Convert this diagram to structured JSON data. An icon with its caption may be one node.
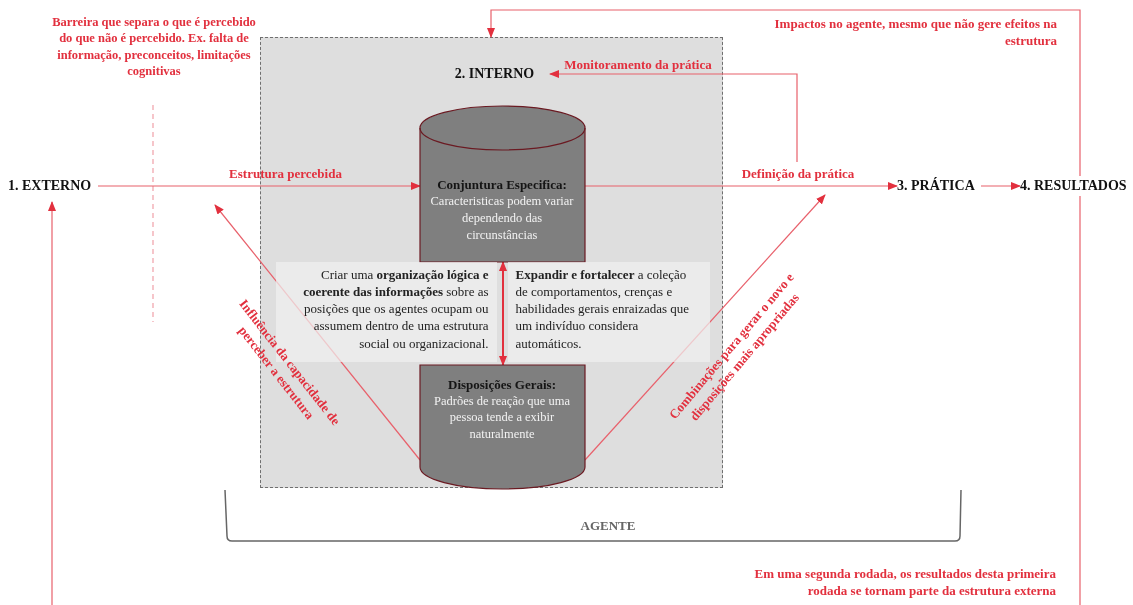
{
  "diagram": {
    "nodes": [
      {
        "text": [],
        "shape": "box"
      },
      {
        "text": [
          "2. INTERNO"
        ],
        "in": 0
      },
      {
        "text": [
          "Conjuntura Especifica:",
          "Caracteristicas podem variar dependendo das circunstâncias"
        ],
        "in": 0
      },
      {
        "text": [
          "Disposições Gerais:",
          "Padrões de reação que uma pessoa tende a exibir naturalmente"
        ],
        "in": 0
      },
      {
        "text": [
          "Criar uma **organização lógica e coerente das informações** sobre as posições que os agentes ocupam ou assumem dentro de uma estrutura social ou organizacional."
        ],
        "in": 0
      },
      {
        "text": [
          "**Expandir e fortalecer** a coleção de comportamentos, crenças e habilidades gerais enraizadas que um indivíduo considera automáticos."
        ],
        "in": 0
      },
      {
        "text": [
          "1. EXTERNO"
        ]
      },
      {
        "text": [
          "3. PRÁTICA"
        ]
      },
      {
        "text": [
          "4. RESULTADOS"
        ]
      }
    ],
    "edges": [
      {
        "from": 6,
        "to": 2,
        "arrow": "to",
        "label": "Estrutura percebida"
      },
      {
        "from": 2,
        "to": 7,
        "arrow": "to",
        "label": "Definição da prática"
      },
      {
        "from": 7,
        "to": 8,
        "arrow": "to"
      },
      {
        "from": 2,
        "to": 3,
        "arrow": "both"
      },
      {
        "from": null,
        "to": 1,
        "arrow": "to",
        "label": "Monitoramento da prática"
      },
      {
        "from": 8,
        "to": 0,
        "arrow": "to",
        "label": "Impactos no agente, mesmo que não gere efeitos na estrutura"
      },
      {
        "from": 8,
        "to": null,
        "arrow": "none",
        "label": "Em uma segunda rodada, os resultados desta primeira rodada se tornam parte da estrutura externa"
      },
      {
        "from": null,
        "to": 6,
        "arrow": "to"
      },
      {
        "from": 3,
        "to": null,
        "arrow": "to",
        "label": "Influência da capacidade de perceber a estrutura"
      },
      {
        "from": 3,
        "to": null,
        "arrow": "to",
        "label": "Combinações para gerar o novo e disposições mais apropriadas"
      }
    ],
    "labels": [
      "Barreira que separa o que é percebido do que não é percebido. Ex. falta de informação, preconceitos, limitações cognitivas",
      "AGENTE"
    ]
  }
}
